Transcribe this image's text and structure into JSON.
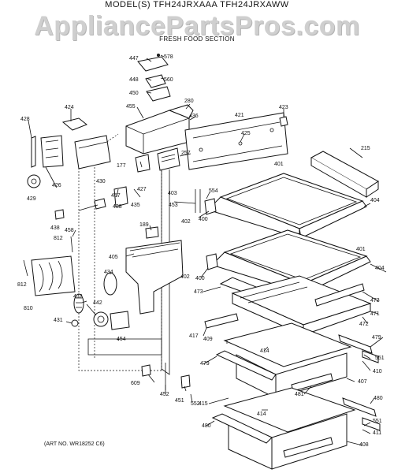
{
  "header": {
    "model_line": "MODEL(S) TFH24JRXAAA   TFH24JRXAWW",
    "watermark": "AppliancePartsPros.com",
    "section_title": "FRESH FOOD SECTION"
  },
  "footer": {
    "art_number": "(ART NO. WR18252 C6)"
  },
  "labels": [
    {
      "id": "lbl-447",
      "text": "447"
    },
    {
      "id": "lbl-578",
      "text": "578"
    },
    {
      "id": "lbl-448",
      "text": "448"
    },
    {
      "id": "lbl-560",
      "text": "560"
    },
    {
      "id": "lbl-450",
      "text": "450"
    },
    {
      "id": "lbl-280",
      "text": "280"
    },
    {
      "id": "lbl-455",
      "text": "455"
    },
    {
      "id": "lbl-436",
      "text": "436"
    },
    {
      "id": "lbl-423",
      "text": "423"
    },
    {
      "id": "lbl-424",
      "text": "424"
    },
    {
      "id": "lbl-421",
      "text": "421"
    },
    {
      "id": "lbl-428",
      "text": "428"
    },
    {
      "id": "lbl-425",
      "text": "425"
    },
    {
      "id": "lbl-215",
      "text": "215"
    },
    {
      "id": "lbl-257",
      "text": "257"
    },
    {
      "id": "lbl-177",
      "text": "177"
    },
    {
      "id": "lbl-401a",
      "text": "401"
    },
    {
      "id": "lbl-426",
      "text": "426"
    },
    {
      "id": "lbl-430",
      "text": "430"
    },
    {
      "id": "lbl-427",
      "text": "427"
    },
    {
      "id": "lbl-403",
      "text": "403"
    },
    {
      "id": "lbl-554",
      "text": "554"
    },
    {
      "id": "lbl-429",
      "text": "429"
    },
    {
      "id": "lbl-457",
      "text": "457"
    },
    {
      "id": "lbl-435",
      "text": "435"
    },
    {
      "id": "lbl-453",
      "text": "453"
    },
    {
      "id": "lbl-404a",
      "text": "404"
    },
    {
      "id": "lbl-438a",
      "text": "438"
    },
    {
      "id": "lbl-438b",
      "text": "438"
    },
    {
      "id": "lbl-402a",
      "text": "402"
    },
    {
      "id": "lbl-400a",
      "text": "400"
    },
    {
      "id": "lbl-458",
      "text": "458"
    },
    {
      "id": "lbl-189",
      "text": "189"
    },
    {
      "id": "lbl-812a",
      "text": "812"
    },
    {
      "id": "lbl-405",
      "text": "405"
    },
    {
      "id": "lbl-401b",
      "text": "401"
    },
    {
      "id": "lbl-812b",
      "text": "812"
    },
    {
      "id": "lbl-434",
      "text": "434"
    },
    {
      "id": "lbl-402b",
      "text": "402"
    },
    {
      "id": "lbl-400b",
      "text": "400"
    },
    {
      "id": "lbl-404b",
      "text": "404"
    },
    {
      "id": "lbl-810",
      "text": "810"
    },
    {
      "id": "lbl-432",
      "text": "432"
    },
    {
      "id": "lbl-442",
      "text": "442"
    },
    {
      "id": "lbl-473a",
      "text": "473"
    },
    {
      "id": "lbl-473b",
      "text": "473"
    },
    {
      "id": "lbl-431",
      "text": "431"
    },
    {
      "id": "lbl-471",
      "text": "471"
    },
    {
      "id": "lbl-472",
      "text": "472"
    },
    {
      "id": "lbl-417",
      "text": "417"
    },
    {
      "id": "lbl-479a",
      "text": "479"
    },
    {
      "id": "lbl-454",
      "text": "454"
    },
    {
      "id": "lbl-409",
      "text": "409"
    },
    {
      "id": "lbl-414a",
      "text": "414"
    },
    {
      "id": "lbl-551a",
      "text": "551"
    },
    {
      "id": "lbl-479b",
      "text": "479"
    },
    {
      "id": "lbl-410",
      "text": "410"
    },
    {
      "id": "lbl-609",
      "text": "609"
    },
    {
      "id": "lbl-407",
      "text": "407"
    },
    {
      "id": "lbl-481",
      "text": "481"
    },
    {
      "id": "lbl-452",
      "text": "452"
    },
    {
      "id": "lbl-451",
      "text": "451"
    },
    {
      "id": "lbl-552",
      "text": "552"
    },
    {
      "id": "lbl-415",
      "text": "415"
    },
    {
      "id": "lbl-480a",
      "text": "480"
    },
    {
      "id": "lbl-414b",
      "text": "414"
    },
    {
      "id": "lbl-551b",
      "text": "551"
    },
    {
      "id": "lbl-480b",
      "text": "480"
    },
    {
      "id": "lbl-411",
      "text": "411"
    },
    {
      "id": "lbl-408",
      "text": "408"
    }
  ]
}
